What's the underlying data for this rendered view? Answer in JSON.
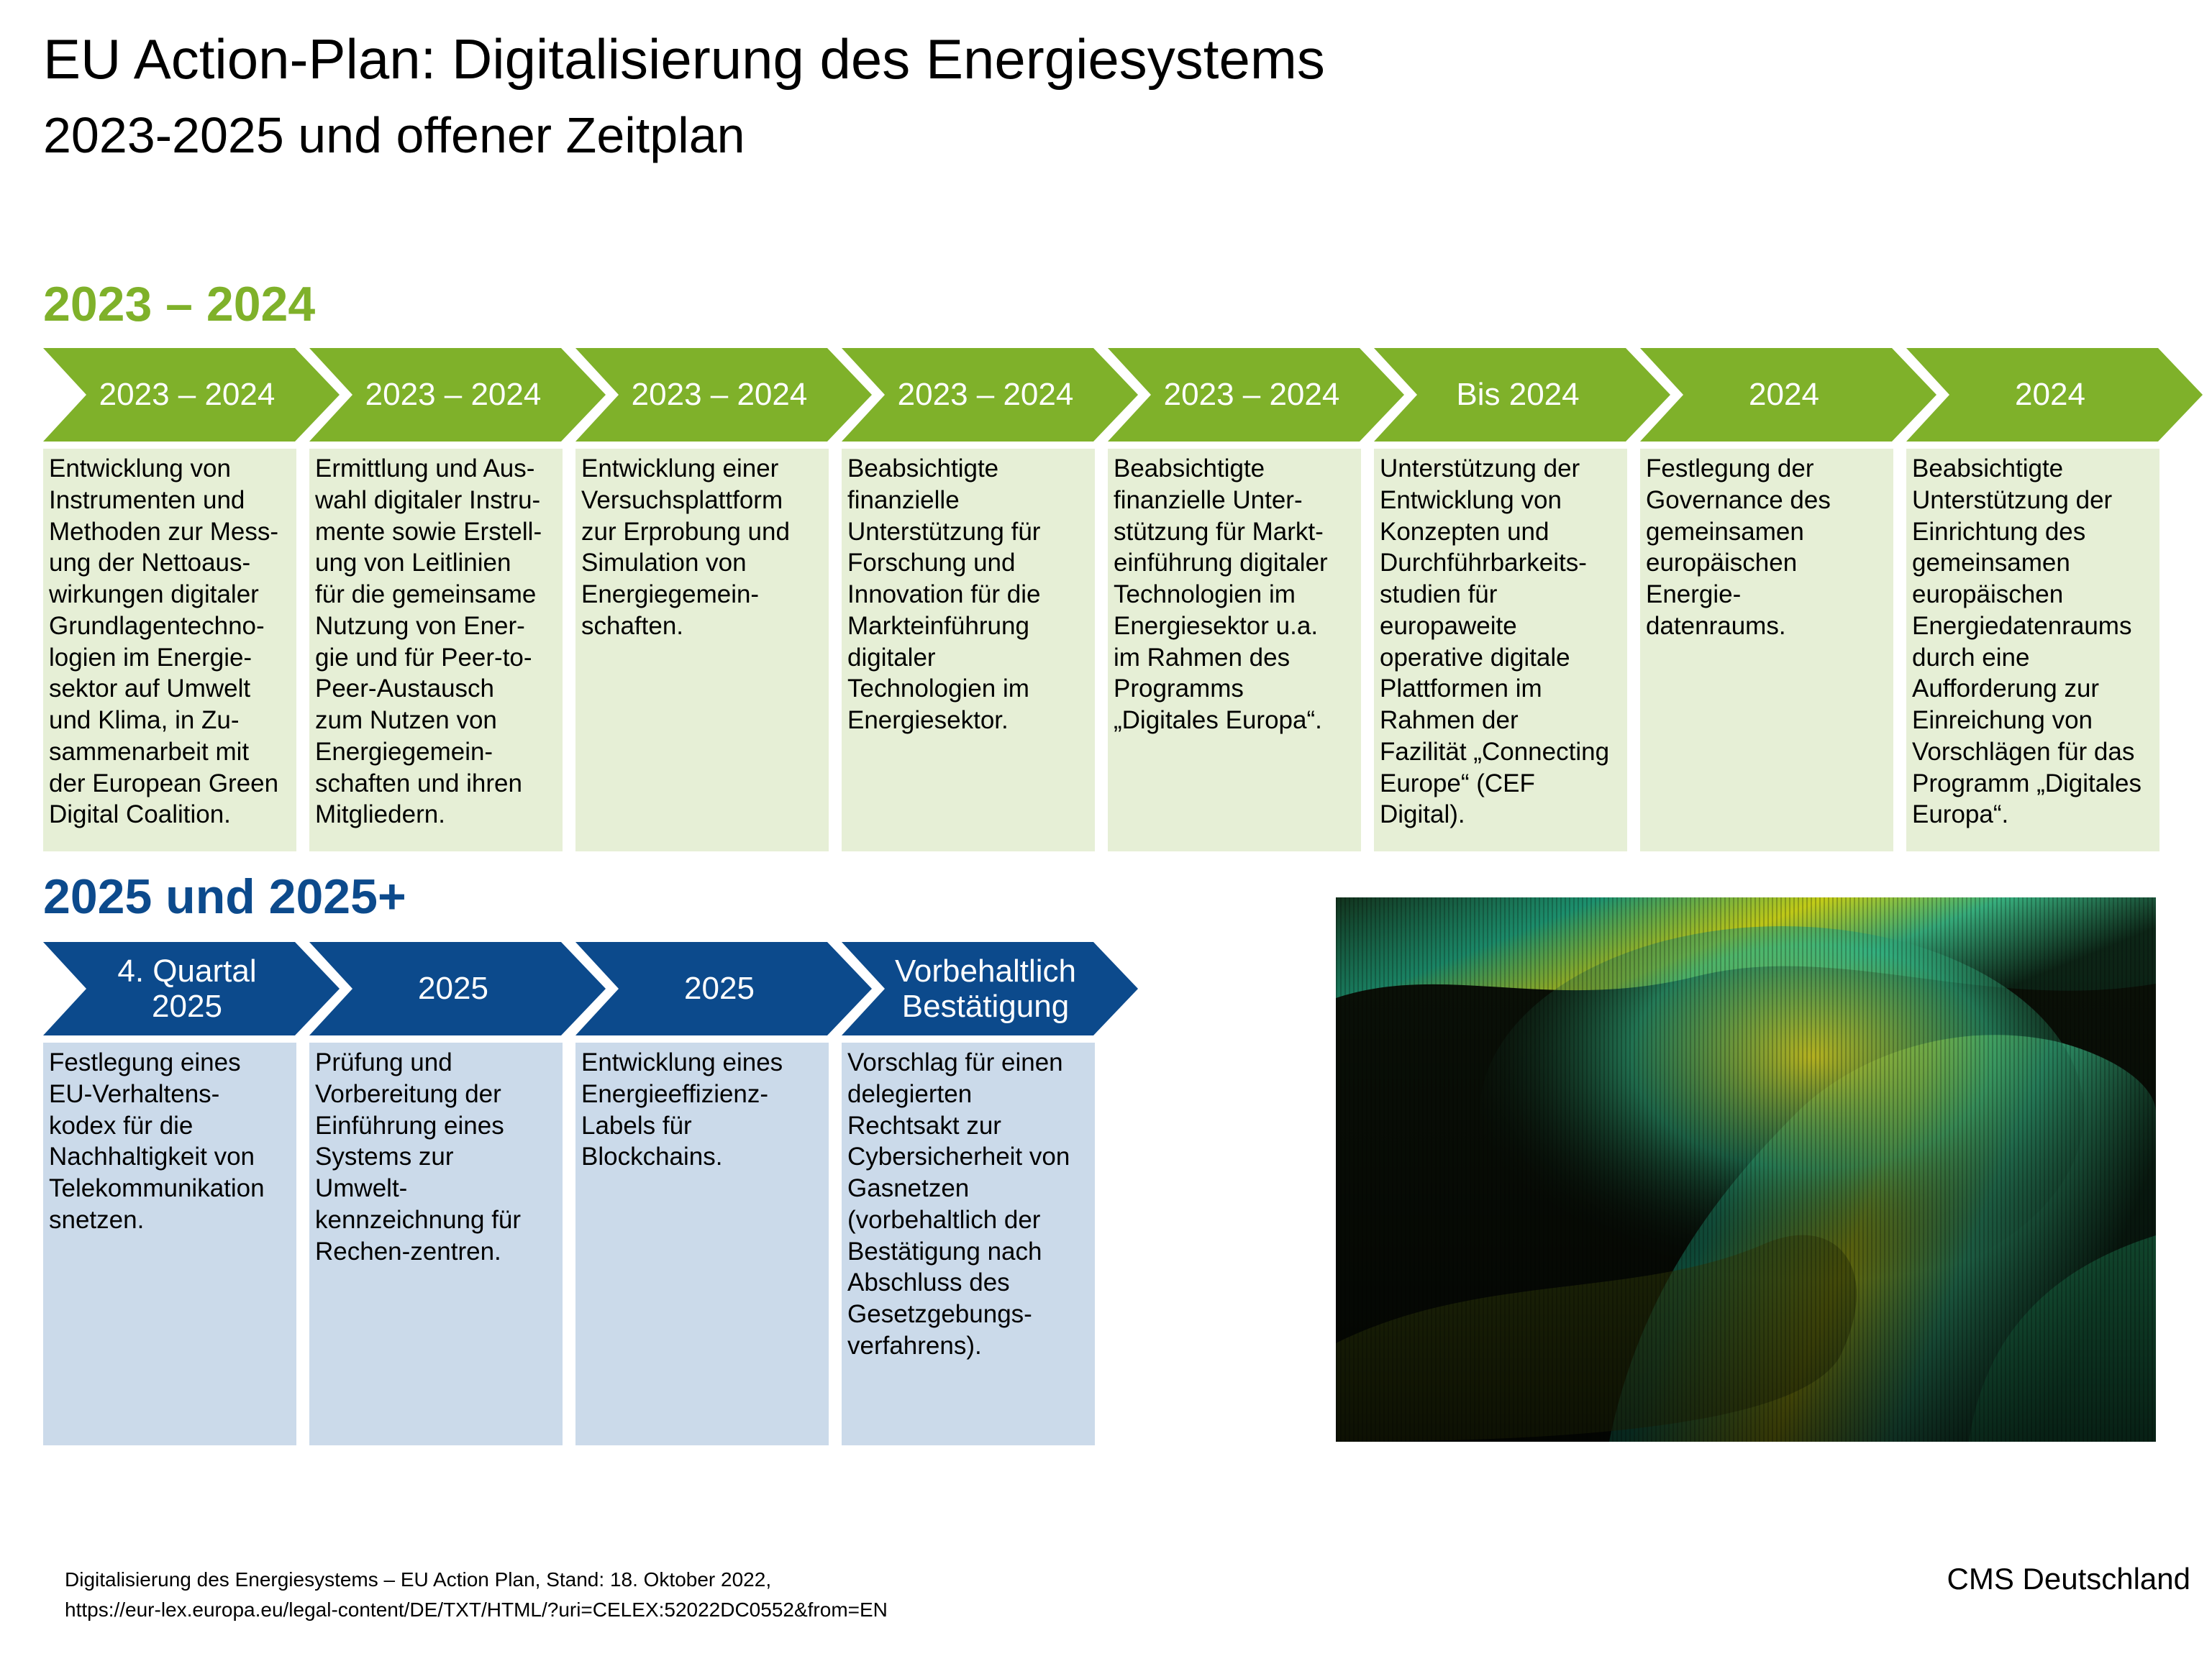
{
  "header": {
    "title": "EU Action-Plan: Digitalisierung des Energiesystems",
    "subtitle": "2023-2025 und offener Zeitplan"
  },
  "colors": {
    "green_arrow": "#7fb12a",
    "green_box": "#e6efd6",
    "blue_arrow": "#0c4a8c",
    "blue_box": "#cbdaea"
  },
  "section1": {
    "heading": "2023 – 2024",
    "items": [
      {
        "label": "2023 – 2024",
        "text": "Entwicklung von\nInstrumenten und\nMethoden zur Mess-\nung der Nettoaus-\nwirkungen digitaler\nGrundlagentechno-\nlogien im Energie-\nsektor auf Umwelt\nund Klima, in Zu-\nsammenarbeit mit\nder European Green\nDigital Coalition."
      },
      {
        "label": "2023 – 2024",
        "text": "Ermittlung und Aus-\nwahl digitaler Instru-\nmente sowie Erstell-\nung von Leitlinien\nfür die gemeinsame\nNutzung von Ener-\ngie und für Peer-to-\nPeer-Austausch\nzum Nutzen von\nEnergiegemein-\nschaften und ihren\nMitgliedern."
      },
      {
        "label": "2023 – 2024",
        "text": "Entwicklung einer\nVersuchsplattform\nzur Erprobung und\nSimulation von\nEnergiegemein-\nschaften."
      },
      {
        "label": "2023 – 2024",
        "text": "Beabsichtigte\nfinanzielle\nUnterstützung für\nForschung und\nInnovation für die\nMarkteinführung\ndigitaler\nTechnologien im\nEnergiesektor."
      },
      {
        "label": "2023 – 2024",
        "text": "Beabsichtigte\nfinanzielle Unter-\nstützung für Markt-\neinführung digitaler\nTechnologien im\nEnergiesektor u.a.\nim Rahmen des\nProgramms\n„Digitales Europa“."
      },
      {
        "label": "Bis 2024",
        "text": "Unterstützung der\nEntwicklung von\nKonzepten und\nDurchführbarkeits-\nstudien für\neuropaweite\noperative digitale\nPlattformen im\nRahmen der\nFazilität „Connecting\nEurope“ (CEF\nDigital)."
      },
      {
        "label": "2024",
        "text": "Festlegung der\nGovernance des\ngemeinsamen\neuropäischen\nEnergie-\ndatenraums."
      },
      {
        "label": "2024",
        "text": "Beabsichtigte\nUnterstützung der\nEinrichtung des\ngemeinsamen\neuropäischen\nEnergiedatenraums\ndurch eine\nAufforderung zur\nEinreichung von\nVorschlägen für das\nProgramm „Digitales\nEuropa“."
      }
    ]
  },
  "section2": {
    "heading": "2025 und 2025+",
    "items": [
      {
        "label": "4. Quartal\n2025",
        "text": "Festlegung eines\nEU-Verhaltens-\nkodex für die\nNachhaltigkeit von\nTelekommunikation\nsnetzen."
      },
      {
        "label": "2025",
        "text": "Prüfung und\nVorbereitung der\nEinführung eines\nSystems zur\nUmwelt-\nkennzeichnung für\nRechen-zentren."
      },
      {
        "label": "2025",
        "text": "Entwicklung eines\nEnergieeffizienz-\nLabels für\nBlockchains."
      },
      {
        "label": "Vorbehaltlich\nBestätigung",
        "text": "Vorschlag für einen\ndelegierten\nRechtsakt zur\nCybersicherheit von\nGasnetzen\n(vorbehaltlich der\nBestätigung nach\nAbschluss des\nGesetzgebungs-\nverfahrens)."
      }
    ]
  },
  "footer": {
    "source": "Digitalisierung des Energiesystems – EU Action Plan, Stand: 18. Oktober 2022,\nhttps://eur-lex.europa.eu/legal-content/DE/TXT/HTML/?uri=CELEX:52022DC0552&from=EN",
    "brand": "CMS Deutschland"
  }
}
